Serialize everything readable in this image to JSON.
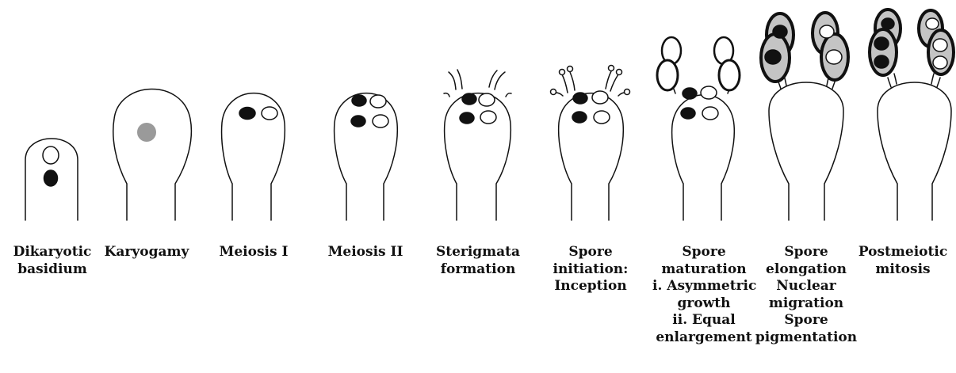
{
  "stages": [
    {
      "id": "dikaryotic-basidium",
      "lines": [
        "Dikaryotic",
        "basidium"
      ]
    },
    {
      "id": "karyogamy",
      "lines": [
        "Karyogamy"
      ]
    },
    {
      "id": "meiosis-1",
      "lines": [
        "Meiosis I"
      ]
    },
    {
      "id": "meiosis-2",
      "lines": [
        "Meiosis II"
      ]
    },
    {
      "id": "sterigmata-formation",
      "lines": [
        "Sterigmata",
        "formation"
      ]
    },
    {
      "id": "spore-initiation",
      "lines": [
        "Spore",
        "initiation:",
        "Inception"
      ]
    },
    {
      "id": "spore-maturation",
      "lines": [
        "Spore",
        "maturation",
        "i. Asymmetric",
        "growth",
        "ii. Equal",
        "enlargement"
      ]
    },
    {
      "id": "spore-elongation",
      "lines": [
        "Spore",
        "elongation",
        "Nuclear",
        "migration",
        "Spore",
        "pigmentation"
      ]
    },
    {
      "id": "postmeiotic-mitosis",
      "lines": [
        "Postmeiotic",
        "mitosis"
      ]
    }
  ],
  "colors": {
    "outline": "#111111",
    "nucleus_dark": "#111111",
    "nucleus_light": "#ffffff",
    "fused_nucleus": "#9a9a9a",
    "pigmented_spore": "#c4c4c4"
  }
}
